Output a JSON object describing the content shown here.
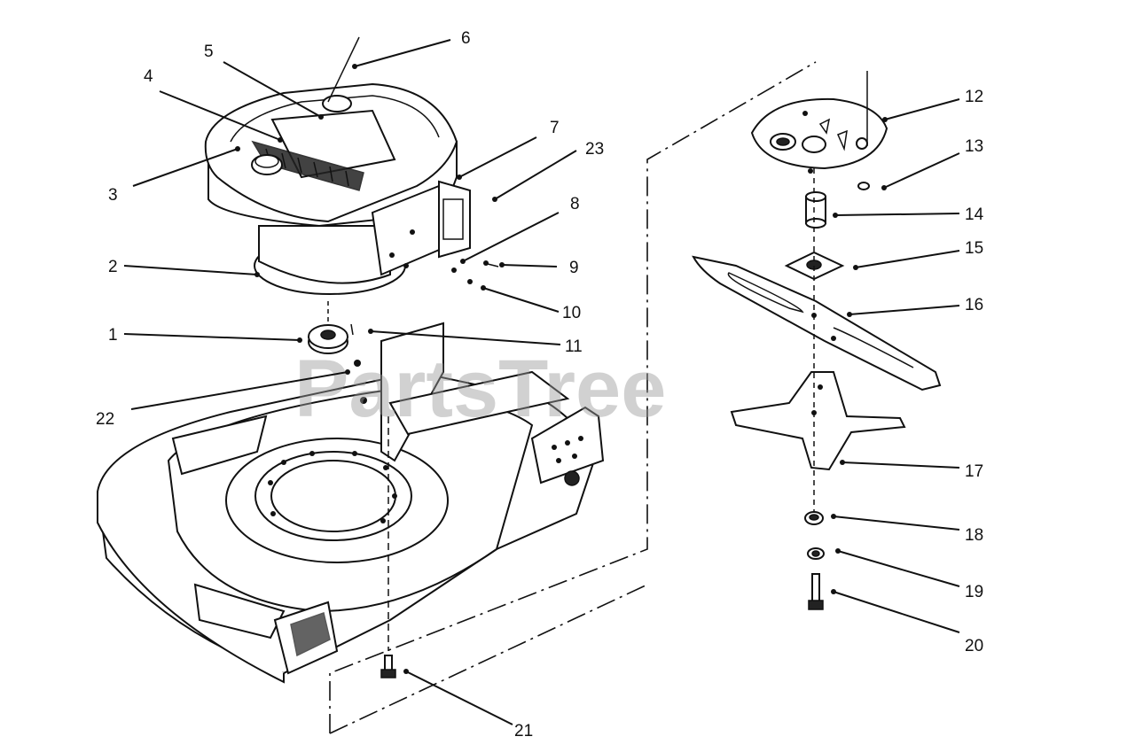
{
  "watermark": "PartsTree",
  "callouts": [
    {
      "id": "1",
      "label": "1"
    },
    {
      "id": "2",
      "label": "2"
    },
    {
      "id": "3",
      "label": "3"
    },
    {
      "id": "4",
      "label": "4"
    },
    {
      "id": "5",
      "label": "5"
    },
    {
      "id": "6",
      "label": "6"
    },
    {
      "id": "7",
      "label": "7"
    },
    {
      "id": "8",
      "label": "8"
    },
    {
      "id": "9",
      "label": "9"
    },
    {
      "id": "10",
      "label": "10"
    },
    {
      "id": "11",
      "label": "11"
    },
    {
      "id": "12",
      "label": "12"
    },
    {
      "id": "13",
      "label": "13"
    },
    {
      "id": "14",
      "label": "14"
    },
    {
      "id": "15",
      "label": "15"
    },
    {
      "id": "16",
      "label": "16"
    },
    {
      "id": "17",
      "label": "17"
    },
    {
      "id": "18",
      "label": "18"
    },
    {
      "id": "19",
      "label": "19"
    },
    {
      "id": "20",
      "label": "20"
    },
    {
      "id": "21",
      "label": "21"
    },
    {
      "id": "22",
      "label": "22"
    },
    {
      "id": "23",
      "label": "23"
    }
  ]
}
